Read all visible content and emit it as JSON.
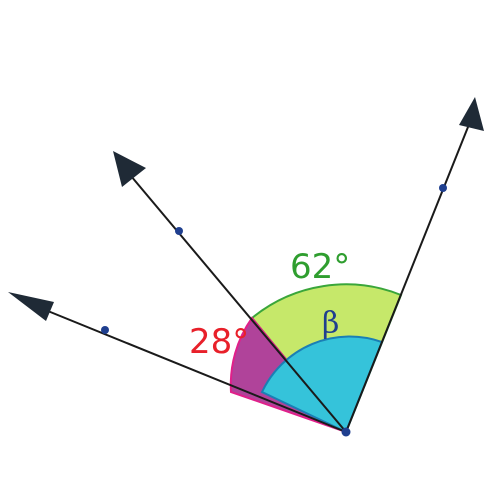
{
  "diagram": {
    "labels": {
      "angle_28": "28°",
      "angle_62": "62°",
      "angle_beta": "β"
    },
    "colors": {
      "ray": "#1a1a1a",
      "arrowhead": "#1f2a36",
      "point": "#1f3f8f",
      "sector_28": "#b0439a",
      "sector_62": "#c6e86a",
      "sector_beta": "#35c3da",
      "label_28": "#e8202a",
      "label_62": "#2f9e2f",
      "label_beta": "#1f3f8f",
      "arc_28_edge": "#e0208a",
      "arc_62_edge": "#3aa63a",
      "arc_beta_edge": "#1a7fb5"
    }
  }
}
